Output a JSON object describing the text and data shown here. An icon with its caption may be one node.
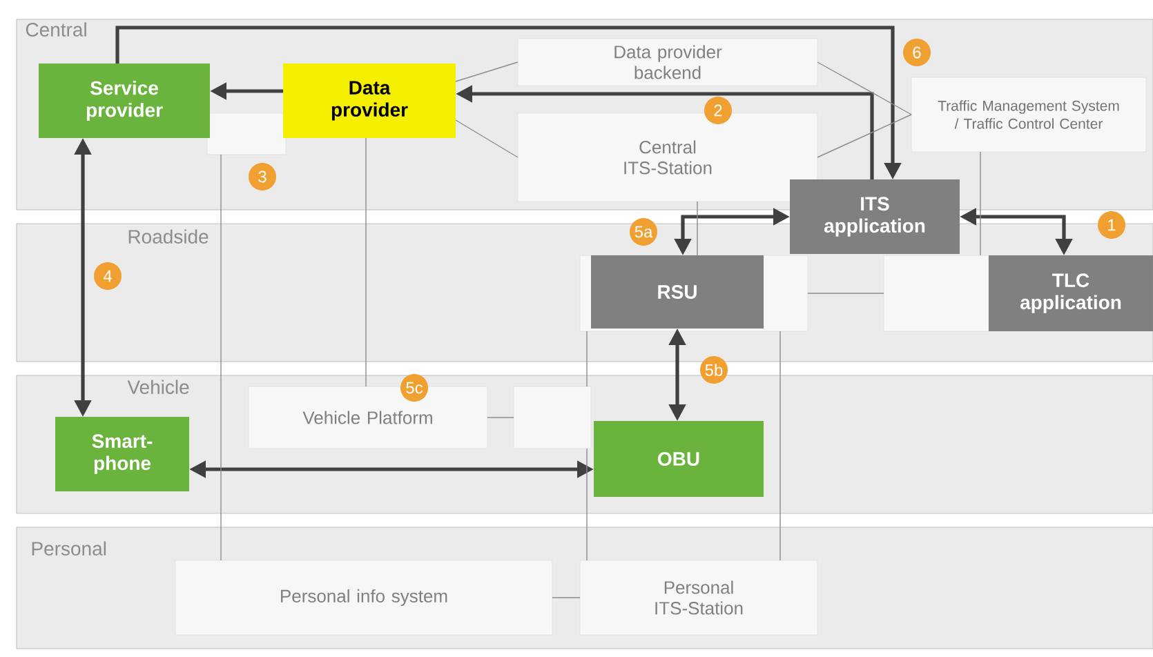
{
  "diagram": {
    "nodes": [
      {
        "text": [
          "Central"
        ]
      },
      {
        "text": [
          "Roadside"
        ]
      },
      {
        "text": [
          "Vehicle"
        ]
      },
      {
        "text": [
          "Personal"
        ]
      },
      {
        "text": [
          "Service provider"
        ],
        "in": 0
      },
      {
        "text": [],
        "shape": "box",
        "in": 0
      },
      {
        "text": [
          "Data provider"
        ],
        "in": 0
      },
      {
        "text": [
          "Data provider backend"
        ],
        "in": 0
      },
      {
        "text": [
          "Central ITS-Station"
        ],
        "in": 0
      },
      {
        "text": [
          "Traffic Management System / Traffic Control Center"
        ],
        "in": 0
      },
      {
        "text": [
          "ITS application"
        ]
      },
      {
        "text": [],
        "shape": "box",
        "in": 1
      },
      {
        "text": [
          "RSU"
        ],
        "in": 11
      },
      {
        "text": [],
        "shape": "box",
        "in": 1
      },
      {
        "text": [
          "TLC application"
        ],
        "in": 1
      },
      {
        "text": [
          "Smart-phone"
        ],
        "in": 2
      },
      {
        "text": [
          "Vehicle Platform"
        ],
        "in": 2
      },
      {
        "text": [],
        "shape": "box",
        "in": 2
      },
      {
        "text": [
          "OBU"
        ],
        "in": 2
      },
      {
        "text": [
          "Personal info system"
        ],
        "in": 3
      },
      {
        "text": [
          "Personal ITS-Station"
        ],
        "in": 3
      }
    ],
    "edges": [
      {
        "from": 6,
        "to": 4,
        "arrow": "to",
        "style": "thick",
        "color": "#404040"
      },
      {
        "from": 10,
        "to": 6,
        "arrow": "to",
        "style": "thick",
        "color": "#404040"
      },
      {
        "from": 4,
        "to": 10,
        "arrow": "to",
        "style": "thick",
        "color": "#404040"
      },
      {
        "from": 4,
        "to": 15,
        "arrow": "both",
        "style": "thick",
        "color": "#404040"
      },
      {
        "from": 10,
        "to": 12,
        "arrow": "both",
        "style": "thick",
        "color": "#404040"
      },
      {
        "from": 10,
        "to": 14,
        "arrow": "both",
        "style": "thick",
        "color": "#404040"
      },
      {
        "from": 12,
        "to": 18,
        "arrow": "both",
        "style": "thick",
        "color": "#404040"
      },
      {
        "from": 15,
        "to": 18,
        "arrow": "both",
        "style": "thick",
        "color": "#404040"
      },
      {
        "from": 6,
        "to": 7,
        "arrow": "none"
      },
      {
        "from": 6,
        "to": 8,
        "arrow": "none"
      },
      {
        "from": 7,
        "to": 9,
        "arrow": "none"
      },
      {
        "from": 8,
        "to": 9,
        "arrow": "none"
      },
      {
        "from": 5,
        "to": 19,
        "arrow": "none"
      },
      {
        "from": 6,
        "to": 16,
        "arrow": "none"
      },
      {
        "from": 8,
        "to": 11,
        "arrow": "none"
      },
      {
        "from": 9,
        "to": 13,
        "arrow": "none"
      },
      {
        "from": 11,
        "to": 13,
        "arrow": "none"
      },
      {
        "from": 16,
        "to": 17,
        "arrow": "none"
      },
      {
        "from": 19,
        "to": 20,
        "arrow": "none"
      },
      {
        "from": 11,
        "to": 17,
        "arrow": "none"
      },
      {
        "from": 17,
        "to": 20,
        "arrow": "none"
      },
      {
        "from": 11,
        "to": 20,
        "arrow": "none"
      }
    ],
    "labels": [
      "6",
      "2",
      "3",
      "1",
      "5a",
      "4",
      "5b",
      "5c"
    ]
  }
}
